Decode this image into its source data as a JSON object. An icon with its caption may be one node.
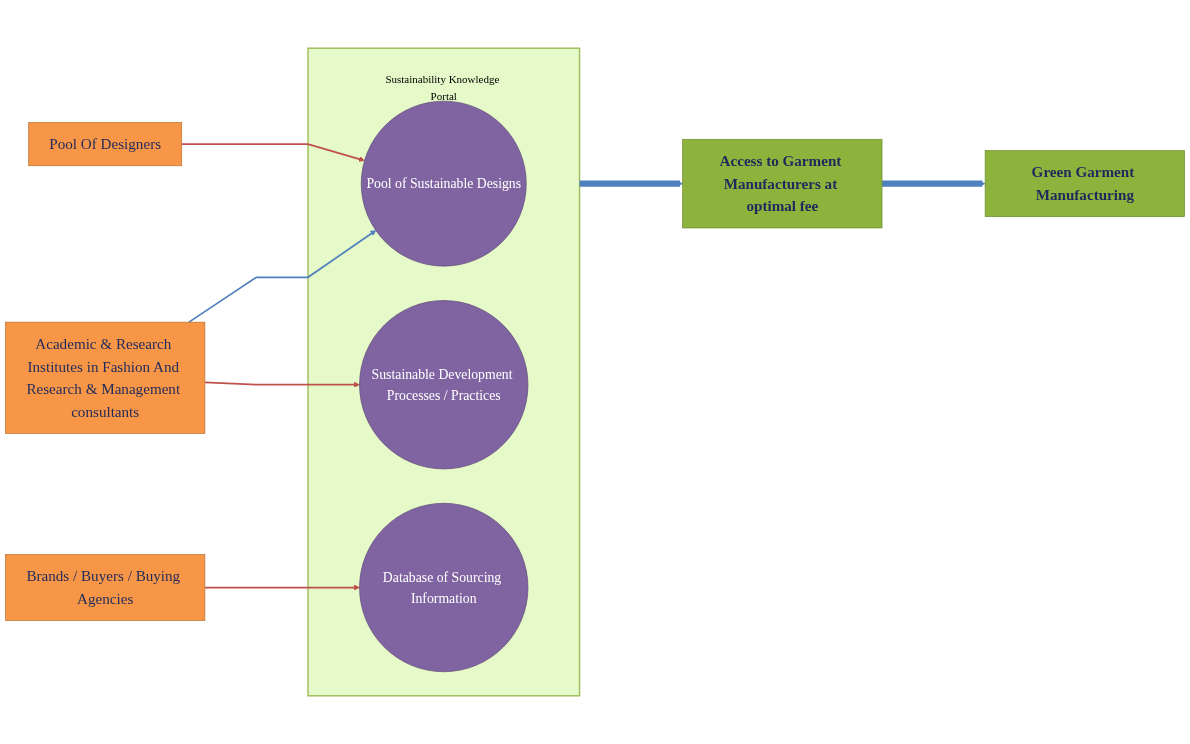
{
  "diagram": {
    "nodes": [
      {
        "text": [
          "Pool Of Designers"
        ]
      },
      {
        "text": [
          "Brands / Buyers / Buying Agencies"
        ]
      },
      {
        "text": [
          "Academic & Research Institutes in Fashion And Research & Management consultants"
        ]
      },
      {
        "text": [
          "Sustainability Knowledge Portal"
        ]
      },
      {
        "text": [
          "Pool of Sustainable Designs"
        ],
        "in": 3
      },
      {
        "text": [
          "Database of Sourcing Information"
        ],
        "in": 3
      },
      {
        "text": [
          "Sustainable Development Processes / Practices"
        ],
        "in": 3
      },
      {
        "text": [
          "Access to Garment Manufacturers at optimal fee"
        ]
      },
      {
        "text": [
          "Green Garment Manufacturing"
        ]
      }
    ],
    "edges": [
      {
        "from": 0,
        "to": 4,
        "arrow": "to",
        "color": "#c0504d"
      },
      {
        "from": 1,
        "to": 5,
        "arrow": "to",
        "color": "#c0504d"
      },
      {
        "from": 2,
        "to": 6,
        "arrow": "to",
        "color": "#c0504d"
      },
      {
        "from": 2,
        "to": 4,
        "arrow": "to",
        "color": "#4f81bd"
      },
      {
        "from": 3,
        "to": 7,
        "arrow": "to",
        "style": "thick",
        "color": "#4f81bd"
      },
      {
        "from": 7,
        "to": 8,
        "arrow": "to",
        "style": "thick",
        "color": "#4f81bd"
      }
    ]
  }
}
